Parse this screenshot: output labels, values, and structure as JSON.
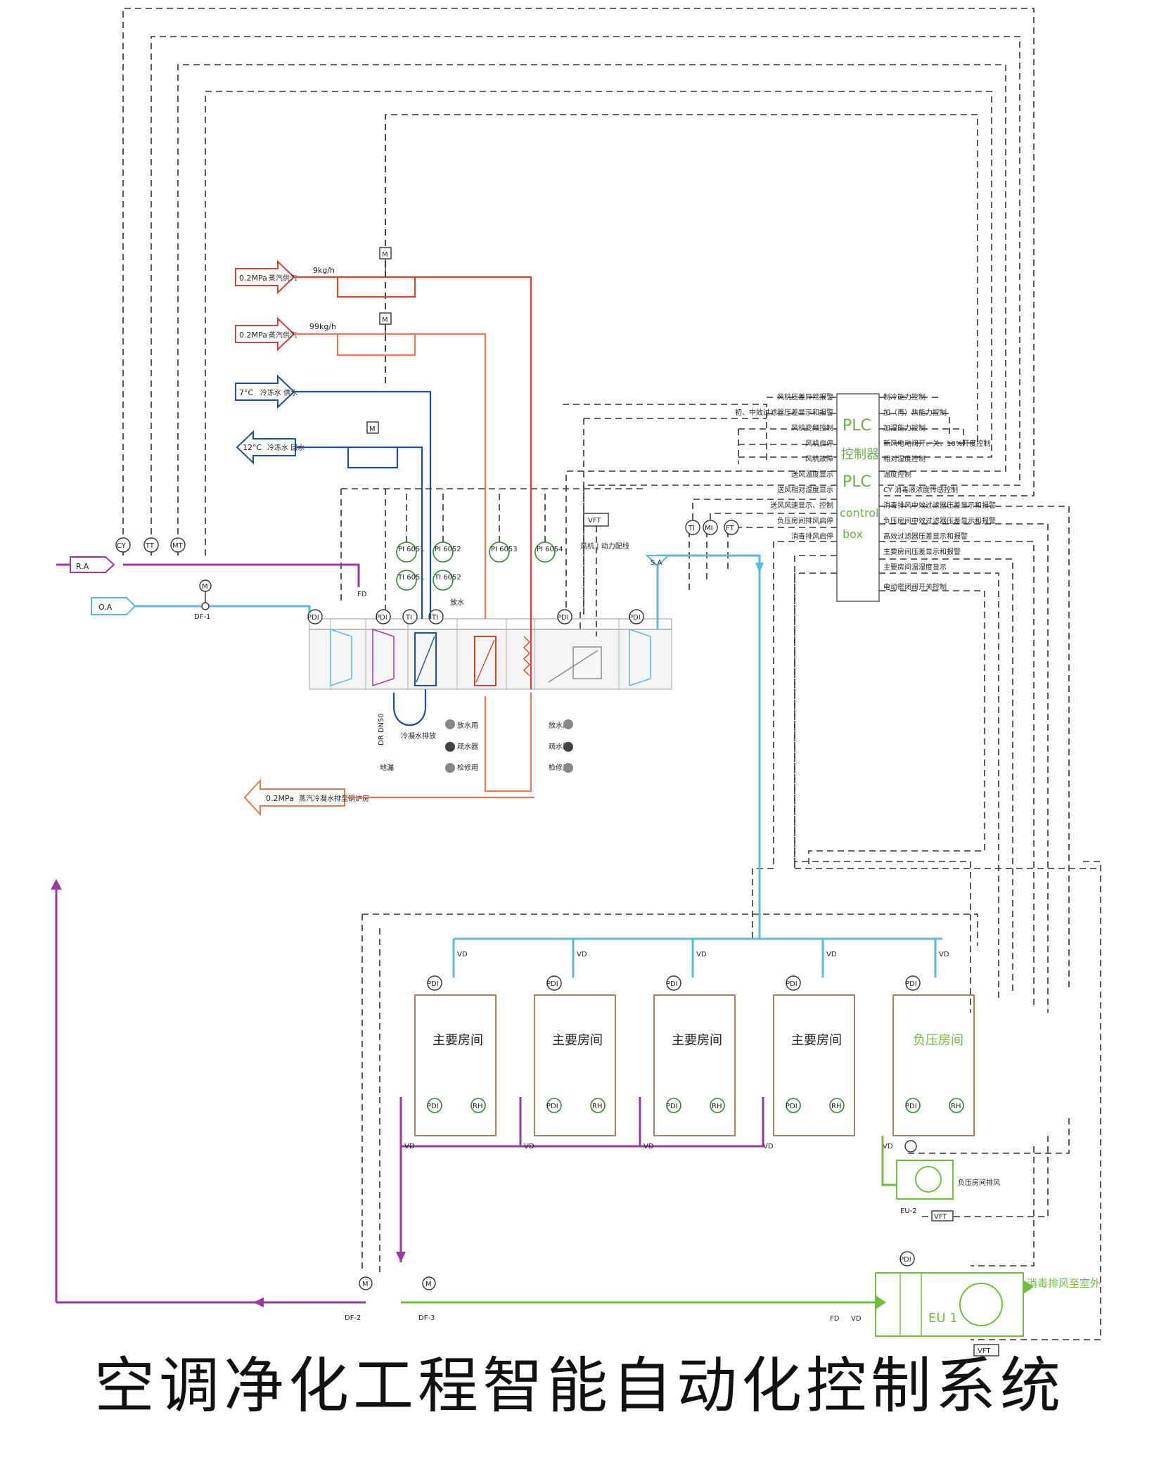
{
  "title": "空调净化工程智能自动化控制系统",
  "supply_lines": {
    "steam1": {
      "pressure": "0.2MPa",
      "note": "蒸汽供汽",
      "flow": "9kg/h"
    },
    "steam2": {
      "pressure": "0.2MPa",
      "note": "蒸汽供汽",
      "flow": "99kg/h"
    },
    "chw_supply": {
      "temp": "7°C",
      "note": "冷冻水 供水"
    },
    "chw_return": {
      "temp": "12°C",
      "note": "冷冻水 回水"
    },
    "condensate": {
      "pressure": "0.2MPa",
      "note": "蒸汽冷凝水排至锅炉房"
    }
  },
  "air": {
    "return_air": "R.A",
    "outdoor_air": "O.A",
    "supply_air": "S.A"
  },
  "sensors_top": [
    "CY",
    "TT",
    "MT"
  ],
  "pressure_gauges": [
    "PI 6051",
    "PI 6052",
    "PI 6053",
    "PI 6054"
  ],
  "temp_gauges": [
    "TI 6051",
    "TI 6052"
  ],
  "ahu_instruments": [
    "PDI",
    "PDI",
    "TI",
    "TI",
    "PDI",
    "PDI"
  ],
  "dampers": {
    "df1": "DF-1",
    "df2": "DF-2",
    "df3": "DF-3",
    "fd": "FD",
    "vd": "VD",
    "m": "M"
  },
  "supply_sensors": [
    "TI",
    "MI",
    "FT"
  ],
  "vft": {
    "label": "VFT",
    "note": "风机 | 动力配线"
  },
  "drain": {
    "dr": "DR DN50",
    "condensate": "冷凝水排放",
    "floor": "地漏",
    "drain_pan": "放水"
  },
  "traps": {
    "drain": "放水用",
    "trap": "疏水器",
    "service": "检修用"
  },
  "plc": {
    "line1": "PLC",
    "line2": "控制器",
    "line3": "PLC",
    "line4": "control",
    "line5": "box",
    "left": [
      "风机压差异常报警",
      "初、中效过滤器压差显示和报警",
      "风机变频控制",
      "风机启停",
      "风机故障",
      "送风温度显示",
      "送风相对湿度显示",
      "送风风速显示、控制",
      "负压房间排风启停",
      "消毒排风启停"
    ],
    "right": [
      "制冷能力控制",
      "加（再）热能力控制",
      "加湿能力控制",
      "新风电动阀开、关、10%开度控制",
      "相对湿度控制",
      "温度控制",
      "CY 消毒液浓度传感控制",
      "消毒排风中效过滤器压差显示和报警",
      "负压房间中效过滤器压差显示和报警",
      "高效过滤器压差显示和报警",
      "主要房间压差显示和报警",
      "主要房间温湿度显示",
      "电动密闭阀开关控制"
    ]
  },
  "rooms": [
    {
      "name": "主要房间"
    },
    {
      "name": "主要房间"
    },
    {
      "name": "主要房间"
    },
    {
      "name": "主要房间"
    },
    {
      "name": "负压房间"
    }
  ],
  "room_sensors": [
    "PDI",
    "RH"
  ],
  "exhaust": {
    "eu2": "EU-2",
    "eu2_note": "负压房间排风",
    "eu1": "EU  1",
    "eu1_note": "消毒排风至室外",
    "vft": "VFT",
    "pdi": "PDI"
  },
  "colors": {
    "return": "#9b3a9e",
    "supply_air": "#5ab9dd",
    "steam": "#d2442b",
    "chw": "#1d4fa6",
    "exhaust": "#6fbf3f",
    "plc": "#6ab04c"
  }
}
